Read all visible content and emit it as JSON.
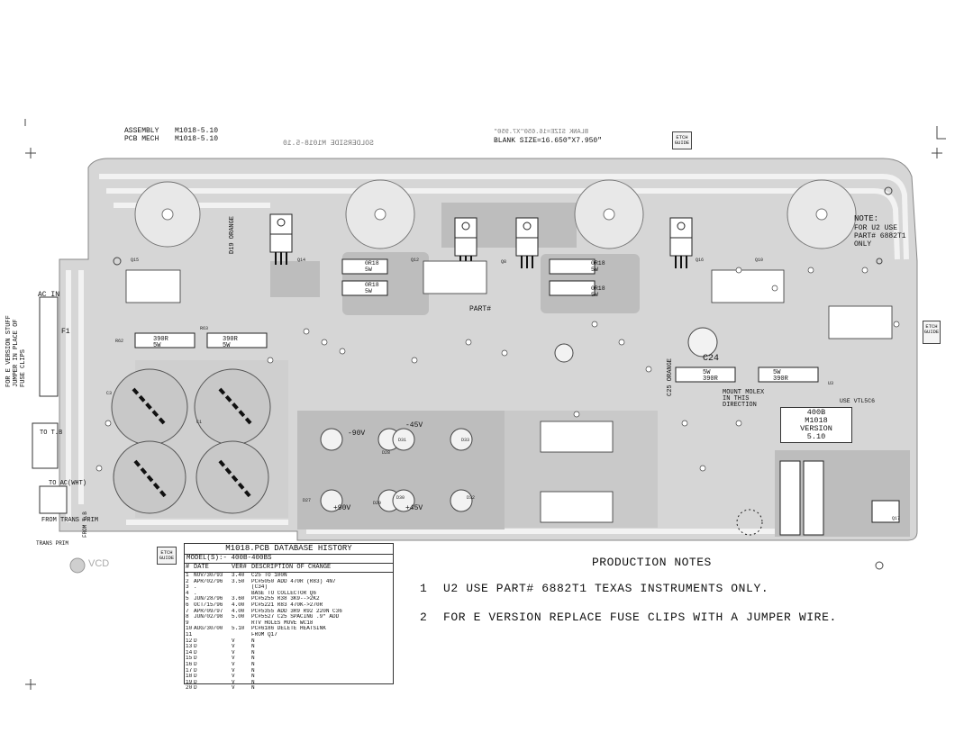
{
  "header": {
    "assembly_label": "ASSEMBLY",
    "assembly_value": "M1018-5.10",
    "pcb_mech_label": "PCB MECH",
    "pcb_mech_value": "M1018-5.10",
    "solderside_mirror": "SOLDERSIDE M1018-5.10",
    "blank_size_mirror": "BLANK SIZE=16.650\"X7.950\"",
    "blank_size": "BLANK SIZE=16.650\"X7.950\"",
    "etch_guide": "ETCH GUIDE"
  },
  "note_box": {
    "title": "NOTE:",
    "line1": "FOR U2 USE",
    "line2": "PART# 6882T1",
    "line3": "ONLY"
  },
  "version_box": {
    "line1": "400B",
    "line2": "M1018",
    "line3": "VERSION",
    "line4": "5.10"
  },
  "board_labels": {
    "ac_in": "AC IN",
    "e_version_note": "FOR E VERSION STUFF\nJUMPER IN PLACE OF\nFUSE CLIPS",
    "fuse": "F1",
    "to_tb": "TO T.B",
    "to_ac": "TO AC(WHT)",
    "from_trans_prim": "FROM TRANS PRIM",
    "trans_prim": "TRANS PRIM",
    "from_tb": "FROM T.B",
    "part_hash": "PART#",
    "c24": "C24",
    "r390_a": "390R\n5W",
    "r390_b": "390R\n5W",
    "r390_c": "5W\n390R",
    "r390_d": "5W\n390R",
    "or18_a": "0R18\n5W",
    "or18_b": "0R18\n5W",
    "or18_c": "0R18\n5W",
    "or18_d": "0R18\n5W",
    "neg90v": "-90V",
    "pos90v": "+90V",
    "neg45v": "-45V",
    "pos45v": "+45V",
    "mount_molex": "MOUNT MOLEX\nIN THIS\nDIRECTION",
    "use_vtl5c6": "USE VTL5C6",
    "c25_orange": "C25 ORANGE",
    "d19_orange": "D19 ORANGE",
    "q15": "Q15",
    "q14": "Q14",
    "q12": "Q12",
    "q8": "Q8",
    "q16": "Q16",
    "q10": "Q10",
    "c3": "C3",
    "c1": "C1",
    "r62": "R62",
    "r63": "R63",
    "d33": "D33",
    "d31": "D31",
    "d32": "D32",
    "d30": "D30",
    "d29": "D29",
    "d28": "D28",
    "d27": "D27",
    "u3": "U3",
    "q17": "Q17"
  },
  "history": {
    "title": "M1018.PCB DATABASE HISTORY",
    "model": "MODEL(S):-  400B-400BS",
    "headers": [
      "#",
      "DATE",
      "VER#",
      "DESCRIPTION OF CHANGE"
    ],
    "rows": [
      [
        "1",
        "NOV/30/93",
        "3.40",
        "C25 TO 100N"
      ],
      [
        "2",
        "APR/02/96",
        "3.50",
        "PC#5050 ADD 470R (R83) 4N7"
      ],
      [
        "3",
        ".",
        "",
        "(C34)"
      ],
      [
        "4",
        ".",
        "",
        "BASE TO COLLECTOR Q6"
      ],
      [
        "5",
        "JUN/28/96",
        "3.60",
        "PC#5255 R38 3K9-->2K2"
      ],
      [
        "6",
        "OCT/15/96",
        "4.00",
        "PC#5221 R83 470K->270R"
      ],
      [
        "7",
        "APR/09/97",
        "4.00",
        "PC#5355 ADD 3R9 R92 220N C36"
      ],
      [
        "8",
        "JUN/02/98",
        "5.00",
        "PC#5527 C25 SPACING .9\" ADD"
      ],
      [
        "9",
        "",
        "",
        "RTV HOLES MOVE WC18"
      ],
      [
        "10",
        "AUG/30/00",
        "5.10",
        "PC#6186 DELETE HEATSINK"
      ],
      [
        "11",
        "",
        "",
        "FROM Q17"
      ],
      [
        "12",
        "D",
        "V",
        "N"
      ],
      [
        "13",
        "D",
        "V",
        "N"
      ],
      [
        "14",
        "D",
        "V",
        "N"
      ],
      [
        "15",
        "D",
        "V",
        "N"
      ],
      [
        "16",
        "D",
        "V",
        "N"
      ],
      [
        "17",
        "D",
        "V",
        "N"
      ],
      [
        "18",
        "D",
        "V",
        "N"
      ],
      [
        "19",
        "D",
        "V",
        "N"
      ],
      [
        "20",
        "D",
        "V",
        "N"
      ]
    ]
  },
  "production_notes": {
    "title": "PRODUCTION NOTES",
    "notes": [
      {
        "num": "1",
        "text": "U2 USE PART# 6882T1 TEXAS INSTRUMENTS ONLY."
      },
      {
        "num": "2",
        "text": "FOR E VERSION REPLACE FUSE CLIPS WITH A JUMPER WIRE."
      }
    ]
  },
  "logo_text": "VCD"
}
